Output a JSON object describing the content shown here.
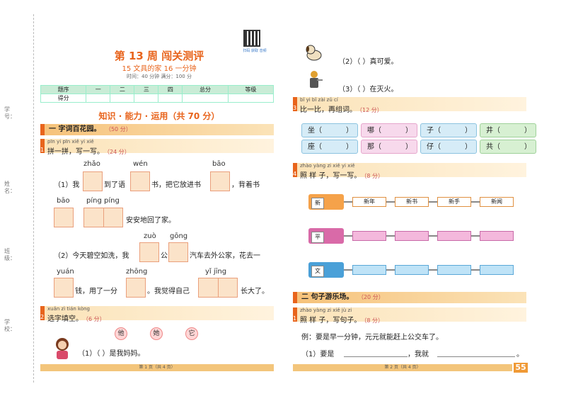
{
  "header": {
    "title": "第 13 周  闯关测评",
    "subtitle": "15  文具的家   16  一分钟",
    "meta": "时间：40 分钟    满分：100 分",
    "qr_label": "扫码 获取 音频"
  },
  "binding": {
    "labels": [
      "学号：",
      "姓名：",
      "班级：",
      "学校："
    ]
  },
  "score_table": {
    "headers": [
      "题序",
      "一",
      "二",
      "三",
      "四",
      "总分",
      "等级"
    ],
    "row_label": "得分"
  },
  "band_title": "知识 · 能力 · 运用（共 70 分）",
  "section1": {
    "num": "一",
    "title": "字词百花园。",
    "points": "（50 分）",
    "q1": {
      "num": "1",
      "pinyin": "pīn yi pīn   xiě yi xiě",
      "text": "拼一拼，写一写。",
      "points": "（24 分）",
      "line1_pinyin": [
        "zhǎo",
        "wén",
        "bāo"
      ],
      "line1": [
        "（1）我",
        "到了语",
        "书，把它放进书",
        "，背着书"
      ],
      "line2_pinyin": [
        "bāo",
        "píng píng"
      ],
      "line2": [
        "安安地回了家。"
      ],
      "line3_pinyin": [
        "zuò",
        "gōng"
      ],
      "line3": [
        "（2）今天碧空如洗，我",
        "公",
        "汽车去外公家，花去一"
      ],
      "line4_pinyin": [
        "yuán",
        "zhōng",
        "yǐ  jīng"
      ],
      "line4": [
        "钱，用了一分",
        "。我觉得自己",
        "长大了。"
      ]
    },
    "q2": {
      "num": "2",
      "pinyin": "xuǎn zì tián kòng",
      "text": "选字填空。",
      "points": "（6 分）",
      "options": [
        "他",
        "她",
        "它"
      ],
      "s1": "（1）（     ）是我妈妈。"
    }
  },
  "footer_left": "第 1 页（共 4 页）",
  "right": {
    "s2": "（2）（     ）真可爱。",
    "s3": "（3）（     ）在灭火。",
    "q3": {
      "num": "3",
      "pinyin": "bǐ yi bǐ    zài zǔ cí",
      "text": "比一比，再组词。",
      "points": "（12 分）",
      "tiles": [
        [
          "坐（",
          "哪（",
          "子（",
          "井（"
        ],
        [
          "座（",
          "那（",
          "仔（",
          "共（"
        ]
      ],
      "close": "）"
    },
    "q4": {
      "num": "4",
      "pinyin": "zhào yàng zi   xiě yi xiě",
      "text": "照 样 子，写一写。",
      "points": "（8 分）",
      "train1_loco": "新",
      "train1_cars": [
        "新年",
        "新书",
        "新手",
        "新闻"
      ],
      "train2_loco": "平",
      "train3_loco": "文"
    },
    "section2": {
      "num": "二",
      "title": "句子游乐场。",
      "points": "（20 分）"
    },
    "q5": {
      "num": "1",
      "pinyin": "zhào yàng zi   xiě jù zi",
      "text": "照 样 子，写句子。",
      "points": "（8 分）",
      "example": "例：要是早一分钟，元元就能赶上公交车了。",
      "s1a": "（1）要是",
      "s1b": "，我就",
      "s1c": "。"
    }
  },
  "footer_right": "第 2 页（共 4 页）",
  "page_number": "55",
  "colors": {
    "accent": "#e8641c",
    "bar": "#f6c27a",
    "blue_tile": "#d6ecf7",
    "pink_tile": "#f7d9ec",
    "green_tile": "#d7f0d2"
  }
}
